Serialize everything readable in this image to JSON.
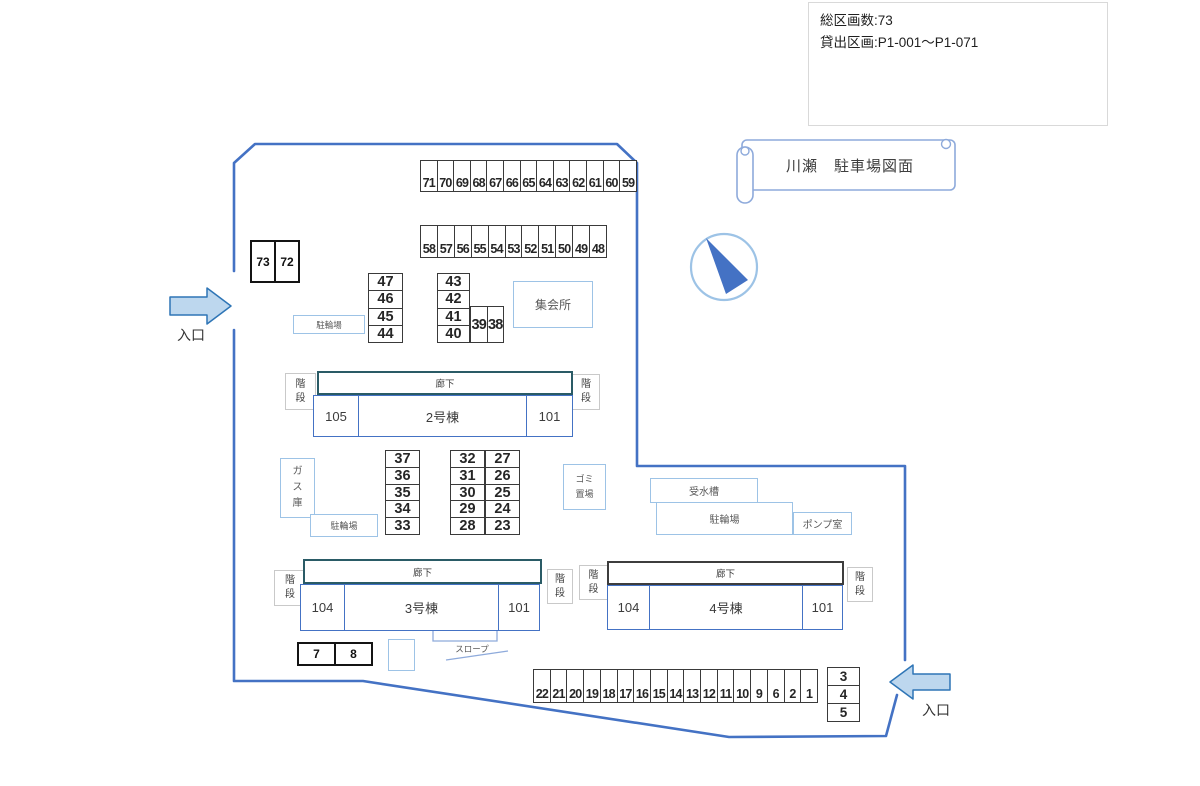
{
  "info_box": {
    "line1": "総区画数:73",
    "line2": "貸出区画:P1-001〜P1-071"
  },
  "banner": {
    "title": "川瀬　駐車場図面"
  },
  "entrances": {
    "left": "入口",
    "right": "入口"
  },
  "parking": {
    "row_top": [
      "71",
      "70",
      "69",
      "68",
      "67",
      "66",
      "65",
      "64",
      "63",
      "62",
      "61",
      "60",
      "59"
    ],
    "row_second": [
      "58",
      "57",
      "56",
      "55",
      "54",
      "53",
      "52",
      "51",
      "50",
      "49",
      "48"
    ],
    "pair_73_72": [
      "73",
      "72"
    ],
    "col_47_44": [
      "47",
      "46",
      "45",
      "44"
    ],
    "col_43_40": [
      "43",
      "42",
      "41",
      "40"
    ],
    "pair_39_38": [
      "39",
      "38"
    ],
    "col_37_33": [
      "37",
      "36",
      "35",
      "34",
      "33"
    ],
    "col_32_28": [
      "32",
      "31",
      "30",
      "29",
      "28"
    ],
    "col_27_23": [
      "27",
      "26",
      "25",
      "24",
      "23"
    ],
    "pair_7_8": [
      "7",
      "8"
    ],
    "row_bottom": [
      "22",
      "21",
      "20",
      "19",
      "18",
      "17",
      "16",
      "15",
      "14",
      "13",
      "12",
      "11",
      "10",
      "9",
      "6",
      "2",
      "1"
    ],
    "stack_3_4_5": [
      "3",
      "4",
      "5"
    ]
  },
  "buildings": {
    "b2": {
      "name": "2号棟",
      "unit_left": "105",
      "unit_right": "101",
      "corridor": "廊下",
      "stairs": "階段"
    },
    "b3": {
      "name": "3号棟",
      "unit_left": "104",
      "unit_right": "101",
      "corridor": "廊下",
      "stairs": "階段"
    },
    "b4": {
      "name": "4号棟",
      "unit_left": "104",
      "unit_right": "101",
      "corridor": "廊下",
      "stairs": "階段"
    }
  },
  "facilities": {
    "meeting_hall": "集会所",
    "bicycle_parking_top": "駐輪場",
    "bicycle_parking_mid": "駐輪場",
    "bicycle_parking_right": "駐輪場",
    "gas_storage": "ガス庫",
    "garbage_area": "ゴミ置場",
    "water_tank": "受水槽",
    "pump_room": "ポンプ室",
    "slope": "スロープ"
  },
  "colors": {
    "boundary": "#4472C4",
    "arrow_fill": "#BDD7EE",
    "arrow_border": "#2E75B6",
    "facility_border": "#9DC3E6",
    "corridor_border": "#2A5B66",
    "cell_border": "#3A3A3A",
    "compass_needle": "#4472C4"
  }
}
